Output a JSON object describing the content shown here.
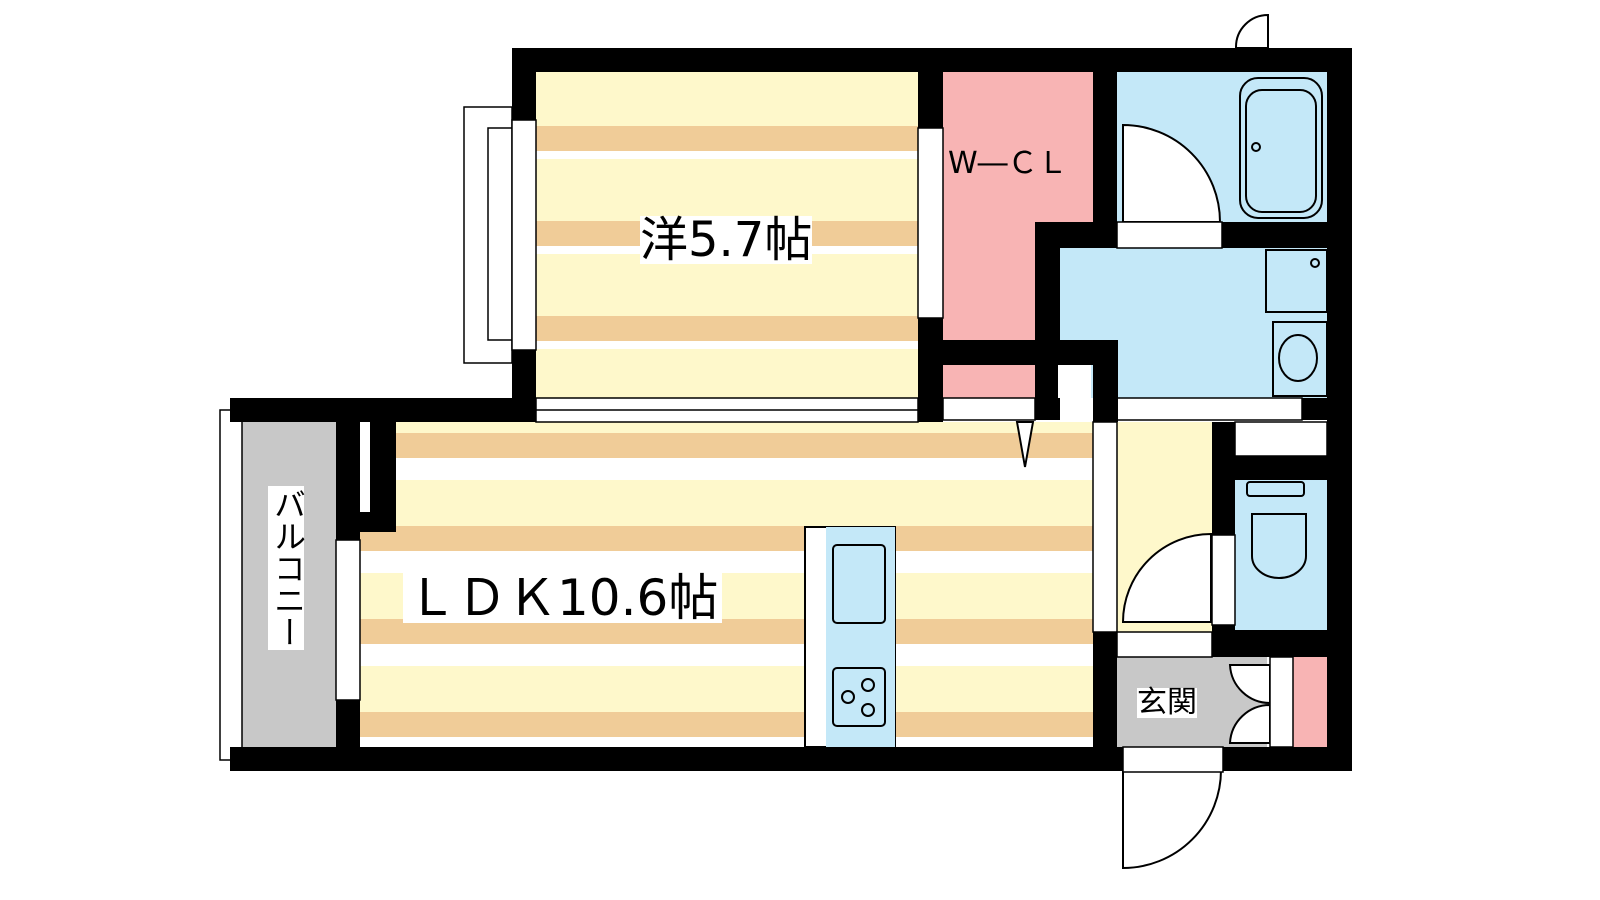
{
  "rooms": {
    "western_room": "洋5.7帖",
    "ldk": "ＬＤＫ10.6帖",
    "walk_in_closet": "W―ＣＬ",
    "balcony": "バルコニー",
    "entrance": "玄関"
  },
  "colors": {
    "floor_yellow": "#fef8cb",
    "floor_stripe": "#f0cc98",
    "closet_pink": "#f8b4b4",
    "wet_blue": "#c4e8f8",
    "balcony_gray": "#c8c8c8",
    "wall": "#000000"
  }
}
